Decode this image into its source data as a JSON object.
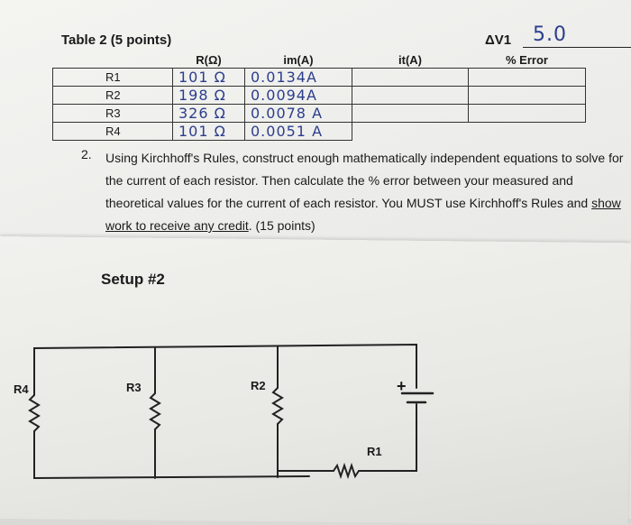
{
  "table": {
    "title": "Table 2 (5 points)",
    "dv_label": "ΔV1",
    "dv_value": "5.0",
    "headers": [
      "",
      "R(Ω)",
      "im(A)",
      "it(A)",
      "% Error"
    ],
    "rows": [
      {
        "name": "R1",
        "r": "101 Ω",
        "im": "0.0134A"
      },
      {
        "name": "R2",
        "r": "198 Ω",
        "im": "0.0094A"
      },
      {
        "name": "R3",
        "r": "326 Ω",
        "im": "0.0078 A"
      },
      {
        "name": "R4",
        "r": "101 Ω",
        "im": "0.0051 A"
      }
    ]
  },
  "question": {
    "number": "2.",
    "text_before_link": "Using Kirchhoff's Rules, construct enough mathematically independent equations to solve for the current of each resistor. Then calculate the % error between your measured and theoretical values for the current of each resistor. You MUST use Kirchhoff's Rules and ",
    "link": "show work to receive any credit",
    "text_after_link": ". (15 points)"
  },
  "setup": {
    "title": "Setup #2",
    "labels": {
      "r4": "R4",
      "r3": "R3",
      "r2": "R2",
      "r1": "R1",
      "plus": "+"
    }
  }
}
